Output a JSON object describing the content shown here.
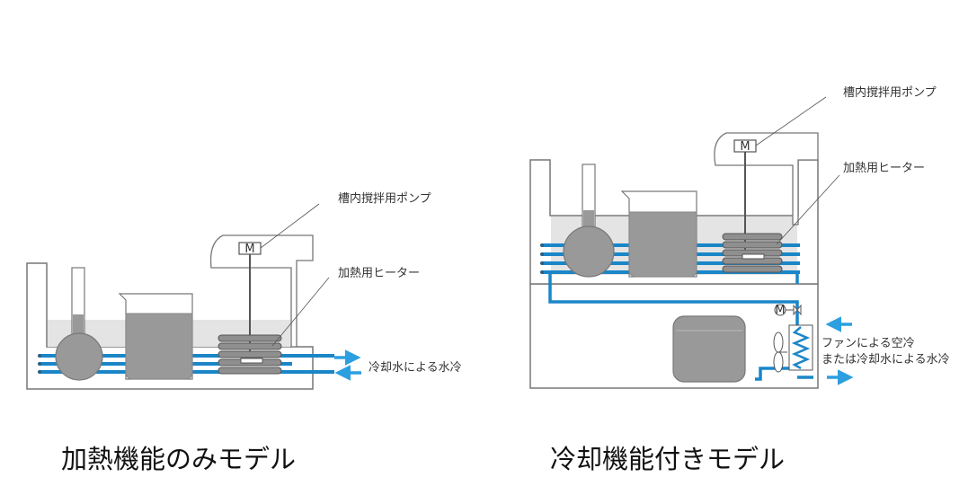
{
  "left": {
    "caption": "加熱機能のみモデル",
    "pump_label": "槽内撹拌用ポンプ",
    "heater_label": "加熱用ヒーター",
    "cooling_label": "冷却水による水冷",
    "motor_letter": "M"
  },
  "right": {
    "caption": "冷却機能付きモデル",
    "pump_label": "槽内撹拌用ポンプ",
    "heater_label": "加熱用ヒーター",
    "cooling_label_1": "ファンによる空冷",
    "cooling_label_2": "または冷却水による水冷",
    "motor_letter": "M",
    "valve_motor_letter": "M"
  },
  "colors": {
    "pipe_blue": "#1a86c8",
    "arrow_blue": "#2b9fe0",
    "vessel_gray": "#999999",
    "water_gray": "#e4e4e4",
    "line": "#555555"
  }
}
